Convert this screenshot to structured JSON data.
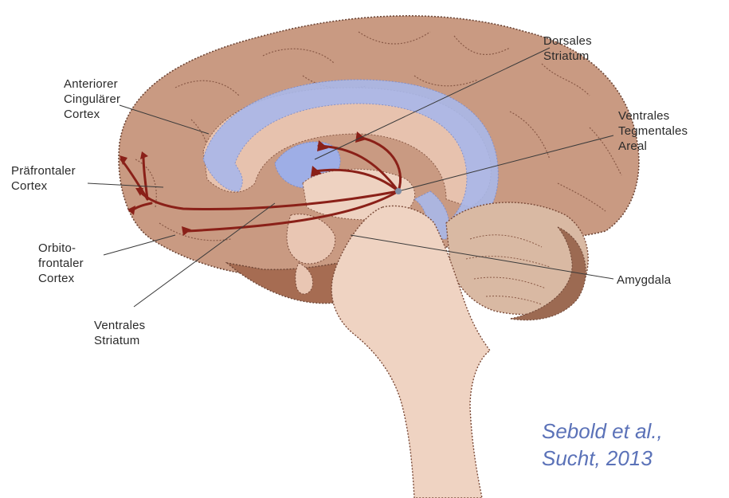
{
  "labels": {
    "dorsal_striatum": [
      "Dorsales",
      "Striatum"
    ],
    "anterior_cingulate": [
      "Anteriorer",
      "Cingulärer",
      "Cortex"
    ],
    "vta": [
      "Ventrales",
      "Tegmentales",
      "Areal"
    ],
    "prefrontal": [
      "Präfrontaler",
      "Cortex"
    ],
    "orbitofrontal": [
      "Orbito-",
      "frontaler",
      "Cortex"
    ],
    "amygdala": [
      "Amygdala"
    ],
    "ventral_striatum": [
      "Ventrales",
      "Striatum"
    ]
  },
  "citation": {
    "line1": "Sebold et al.,",
    "line2": "Sucht, 2013"
  },
  "colors": {
    "cortex": "#c99a82",
    "cortex_dark": "#9c6a52",
    "inner": "#e9c6b3",
    "ventricle": "#a9b8ea",
    "cerebellum": "#d9b9a3",
    "brainstem": "#efd3c2",
    "pathway": "#8a2018",
    "citation": "#5b72b8"
  }
}
